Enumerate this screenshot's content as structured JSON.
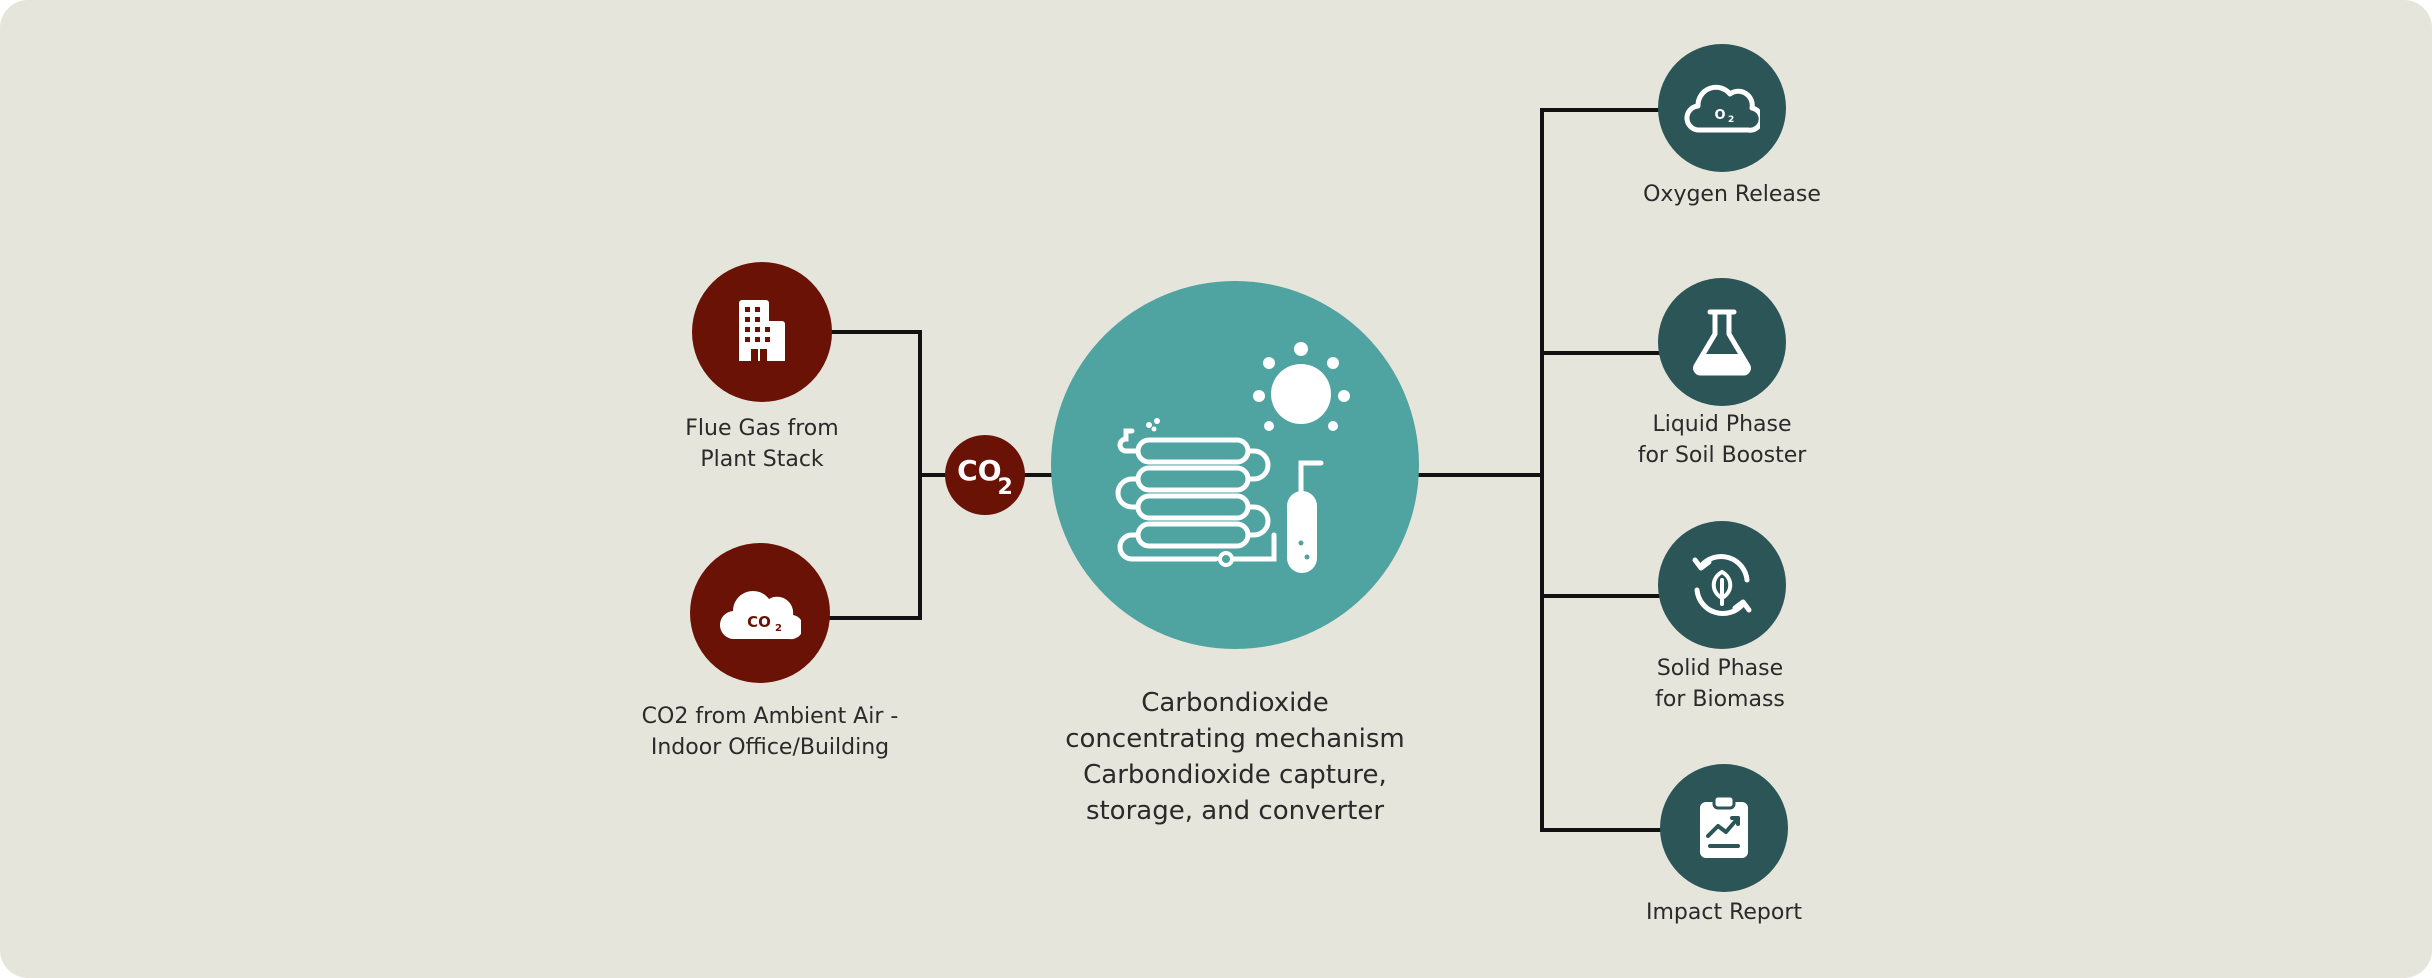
{
  "colors": {
    "background": "#e5e5dc",
    "input": "#6b1206",
    "core": "#4fa3a0",
    "output": "#2c5557",
    "line": "#111111"
  },
  "inputs": [
    {
      "icon": "building-icon",
      "lines": [
        "Flue Gas from",
        "Plant Stack"
      ]
    },
    {
      "icon": "co2-cloud-icon",
      "lines": [
        "CO2 from Ambient Air -",
        "Indoor Office/Building"
      ]
    }
  ],
  "connector": {
    "icon": "co2-icon",
    "text": "CO",
    "subscript": "2"
  },
  "core": {
    "icon": "photobioreactor-icon",
    "lines": [
      "Carbondioxide",
      "concentrating mechanism",
      "Carbondioxide capture,",
      "storage, and converter"
    ]
  },
  "outputs": [
    {
      "icon": "o2-cloud-icon",
      "lines": [
        "Oxygen Release"
      ]
    },
    {
      "icon": "flask-icon",
      "lines": [
        "Liquid Phase",
        "for Soil Booster"
      ]
    },
    {
      "icon": "leaf-cycle-icon",
      "lines": [
        "Solid Phase",
        "for Biomass"
      ]
    },
    {
      "icon": "report-icon",
      "lines": [
        "Impact Report"
      ]
    }
  ]
}
